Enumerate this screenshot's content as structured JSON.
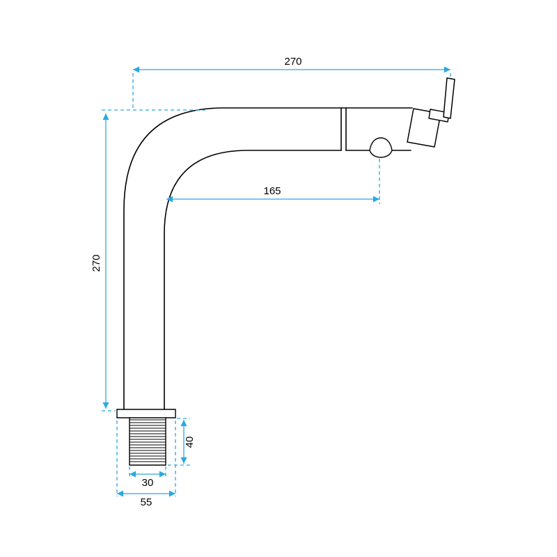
{
  "drawing": {
    "type": "technical-dimension-drawing",
    "subject": "kitchen-faucet-side-view"
  },
  "colors": {
    "outline": "#000000",
    "dimension": "#29a9e1",
    "background": "#ffffff"
  },
  "dimensions": {
    "total_width": "270",
    "total_height": "270",
    "spout_reach": "165",
    "thread_length": "40",
    "thread_diameter": "30",
    "base_width": "55"
  }
}
